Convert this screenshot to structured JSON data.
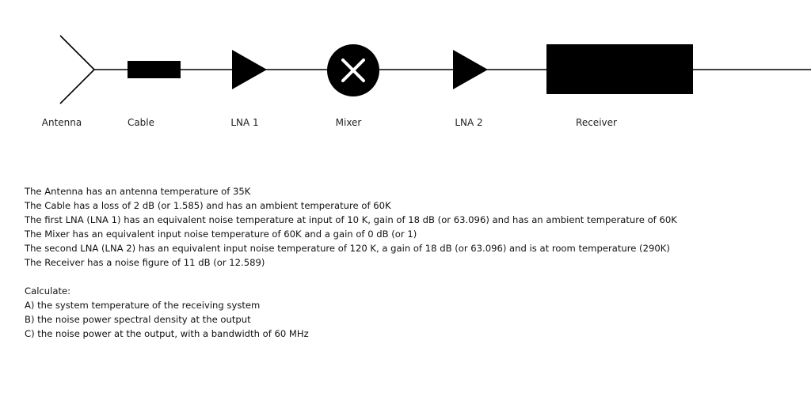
{
  "diagram": {
    "components": [
      {
        "id": "antenna",
        "label": "Antenna",
        "icon": "antenna-icon"
      },
      {
        "id": "cable",
        "label": "Cable",
        "icon": "cable-icon"
      },
      {
        "id": "lna1",
        "label": "LNA 1",
        "icon": "amplifier-triangle-icon"
      },
      {
        "id": "mixer",
        "label": "Mixer",
        "icon": "mixer-x-circle-icon"
      },
      {
        "id": "lna2",
        "label": "LNA 2",
        "icon": "amplifier-triangle-icon"
      },
      {
        "id": "receiver",
        "label": "Receiver",
        "icon": "receiver-block-icon"
      }
    ],
    "colors": {
      "stroke": "#000000",
      "fill": "#000000",
      "background": "#ffffff"
    }
  },
  "problem": {
    "givens": [
      "The Antenna has an antenna temperature of 35K",
      "The Cable has a loss of 2 dB (or 1.585) and has an ambient temperature of 60K",
      "The first LNA (LNA 1) has an equivalent noise temperature at input of 10 K, gain of 18 dB (or 63.096) and has an ambient temperature of 60K",
      "The Mixer has an equivalent input noise temperature of 60K and a gain of 0 dB (or 1)",
      "The second LNA (LNA 2) has an equivalent input noise temperature of 120 K, a gain of 18 dB (or 63.096) and is at room temperature (290K)",
      "The Receiver has a noise figure of 11 dB (or 12.589)"
    ],
    "calculate_heading": "Calculate:",
    "questions": [
      "A) the system temperature of the receiving system",
      "B) the noise power spectral density at the output",
      "C) the noise power at the output, with a bandwidth of 60 MHz"
    ]
  }
}
